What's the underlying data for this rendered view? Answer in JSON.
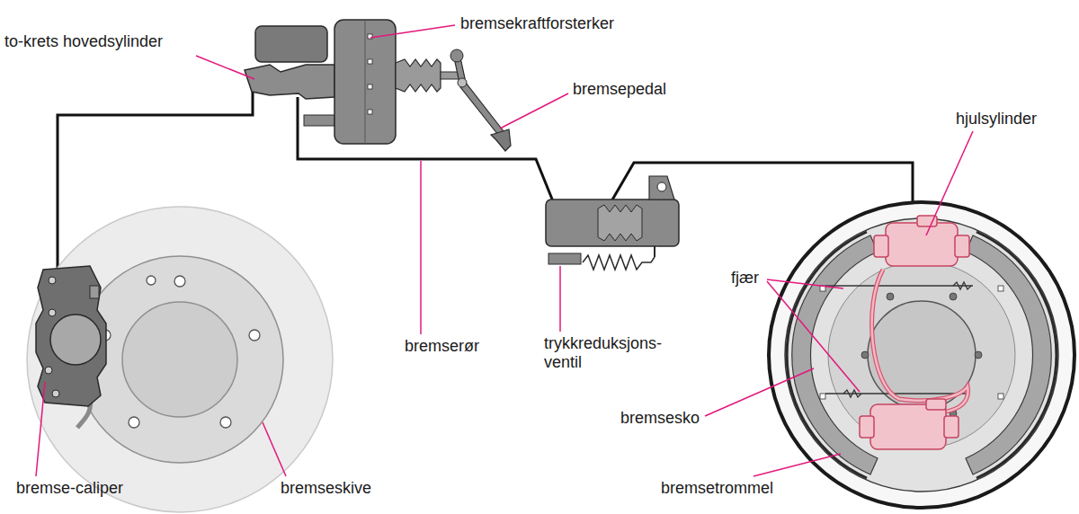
{
  "diagram": {
    "labels": [
      "bremsekraftforsterker",
      "to-krets hovedsylinder",
      "bremsepedal",
      "hjulsylinder",
      "fjær",
      "bremserør",
      "trykkreduksjons- ventil",
      "bremsesko",
      "bremseskive",
      "bremse-caliper",
      "bremsetrommel"
    ]
  }
}
